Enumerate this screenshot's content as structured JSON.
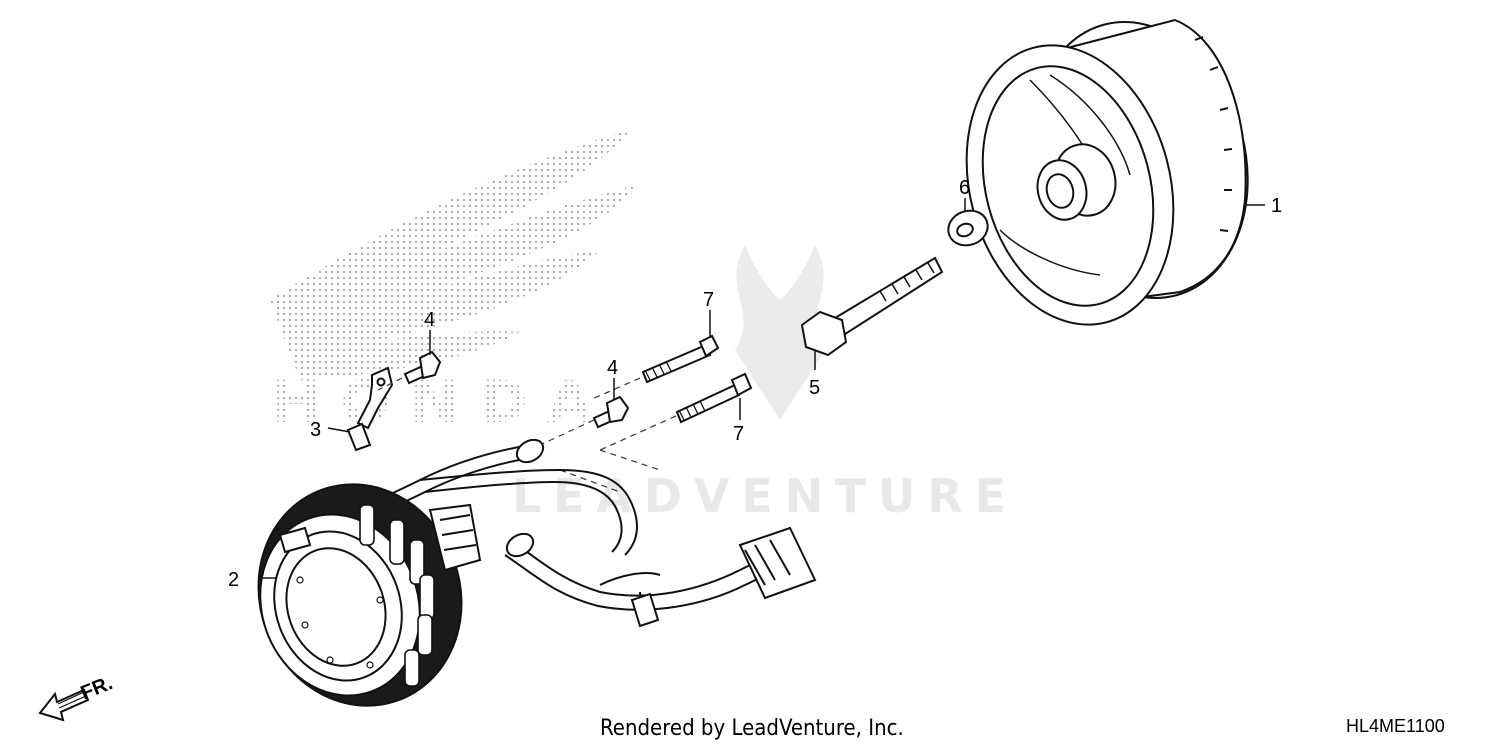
{
  "watermark": {
    "brand_text": "HONDA",
    "dealer_text": "LEADVENTURE"
  },
  "callouts": [
    "1",
    "2",
    "3",
    "4",
    "4",
    "5",
    "6",
    "7",
    "7"
  ],
  "front_indicator": "FR.",
  "footer": {
    "rendered_by": "Rendered by LeadVenture, Inc.",
    "diagram_code": "HL4ME1100"
  }
}
